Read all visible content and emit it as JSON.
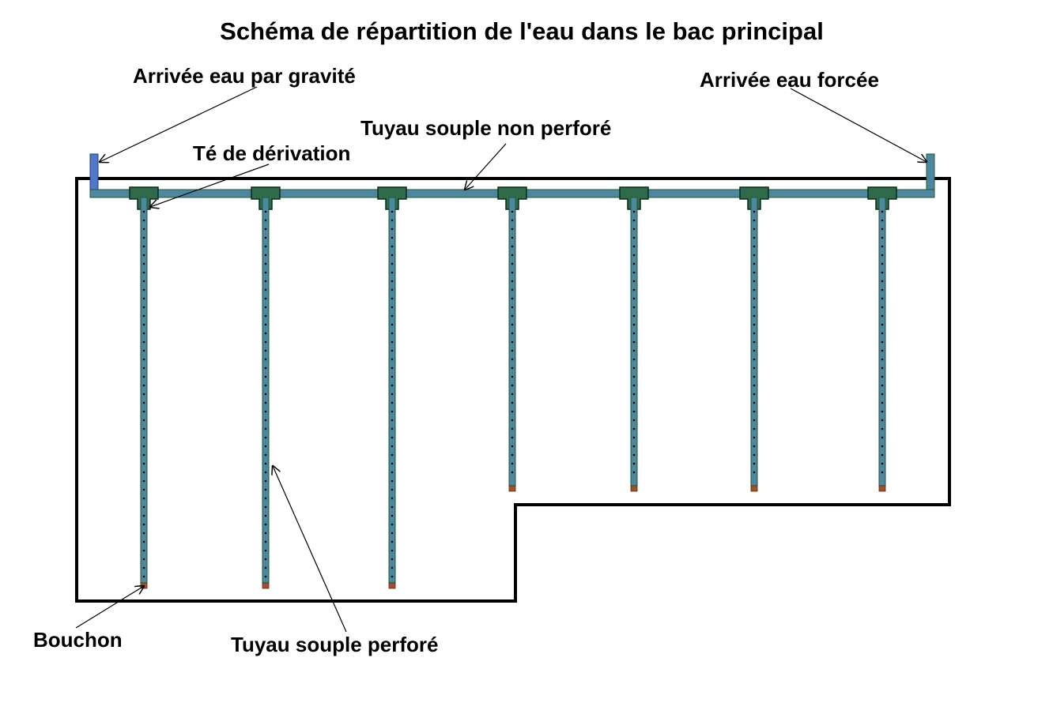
{
  "title": "Schéma de répartition de l'eau dans le bac principal",
  "labels": {
    "gravity_inlet": "Arrivée eau par gravité",
    "forced_inlet": "Arrivée eau forcée",
    "non_perforated_pipe": "Tuyau souple non perforé",
    "tee": "Té de dérivation",
    "plug": "Bouchon",
    "perforated_pipe": "Tuyau souple perforé"
  },
  "colors": {
    "pipe_fill": "#4e88a0",
    "pipe_fill_blue": "#4f78c8",
    "pipe_outline": "#1f5a2e",
    "tee_fill": "#2f6a4a",
    "plug": "#a0522d",
    "tank_outline": "#000000"
  },
  "branches": [
    {
      "id": 1,
      "length": "long"
    },
    {
      "id": 2,
      "length": "long"
    },
    {
      "id": 3,
      "length": "long"
    },
    {
      "id": 4,
      "length": "short"
    },
    {
      "id": 5,
      "length": "short"
    },
    {
      "id": 6,
      "length": "short"
    },
    {
      "id": 7,
      "length": "short"
    }
  ]
}
